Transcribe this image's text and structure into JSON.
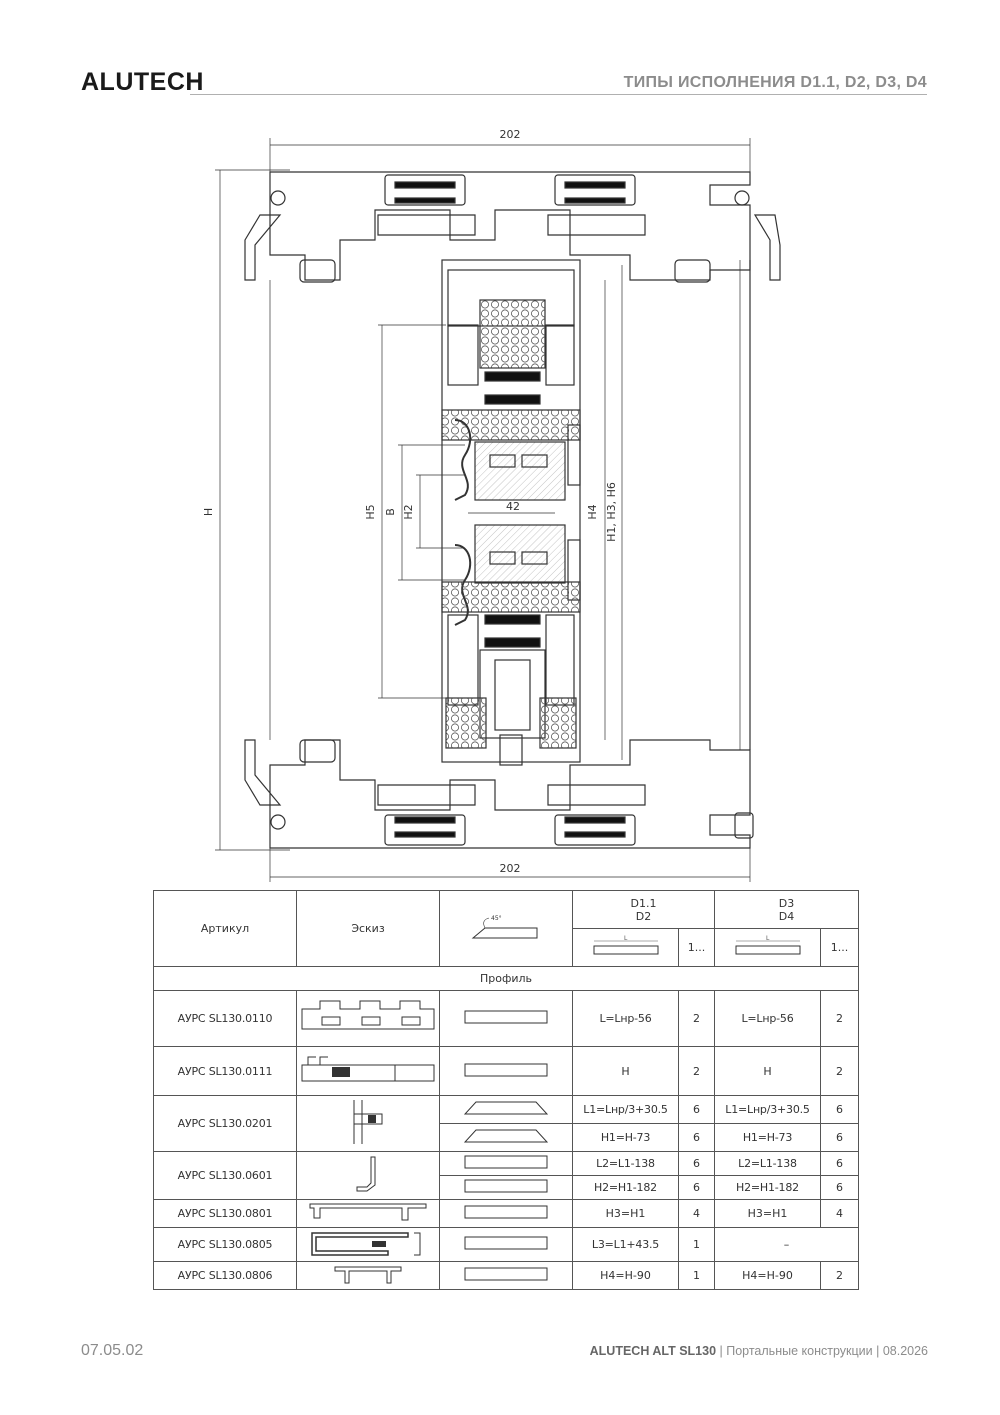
{
  "header": {
    "brand": "ALUTECH",
    "title": "ТИПЫ ИСПОЛНЕНИЯ D1.1, D2, D3, D4"
  },
  "drawing": {
    "width_top": "202",
    "width_bottom": "202",
    "dim_H": "H",
    "dim_H5": "H5",
    "dim_B": "B",
    "dim_H2": "H2",
    "dim_H4": "H4",
    "dim_H1": "H1, H3, H6",
    "dim_42": "42"
  },
  "table": {
    "col_article": "Артикул",
    "col_sketch": "Эскиз",
    "cut_angle": "45°",
    "group1_line1": "D1.1",
    "group1_line2": "D2",
    "group2_line1": "D3",
    "group2_line2": "D4",
    "len_label": "L",
    "qty_header1": "1...",
    "qty_header2": "1...",
    "section": "Профиль",
    "rows": [
      {
        "article": "АУРС SL130.0110",
        "f1": "L=Lнр-56",
        "q1": "2",
        "f2": "L=Lнр-56",
        "q2": "2"
      },
      {
        "article": "АУРС SL130.0111",
        "f1": "H",
        "q1": "2",
        "f2": "H",
        "q2": "2"
      },
      {
        "article": "АУРС SL130.0201",
        "f1": "L1=Lнр/3+30.5",
        "q1": "6",
        "f2": "L1=Lнр/3+30.5",
        "q2": "6",
        "f1b": "H1=H-73",
        "q1b": "6",
        "f2b": "H1=H-73",
        "q2b": "6"
      },
      {
        "article": "АУРС SL130.0601",
        "f1": "L2=L1-138",
        "q1": "6",
        "f2": "L2=L1-138",
        "q2": "6",
        "f1b": "H2=H1-182",
        "q1b": "6",
        "f2b": "H2=H1-182",
        "q2b": "6"
      },
      {
        "article": "АУРС SL130.0801",
        "f1": "H3=H1",
        "q1": "4",
        "f2": "H3=H1",
        "q2": "4"
      },
      {
        "article": "АУРС SL130.0805",
        "f1": "L3=L1+43.5",
        "q1": "1",
        "f2": "–"
      },
      {
        "article": "АУРС SL130.0806",
        "f1": "H4=H-90",
        "q1": "1",
        "f2": "H4=H-90",
        "q2": "2"
      }
    ]
  },
  "footer": {
    "page": "07.05.02",
    "product": "ALUTECH ALT SL130",
    "sep1": " | ",
    "section": "Портальные конструкции",
    "sep2": " | ",
    "date": "08.2026"
  }
}
